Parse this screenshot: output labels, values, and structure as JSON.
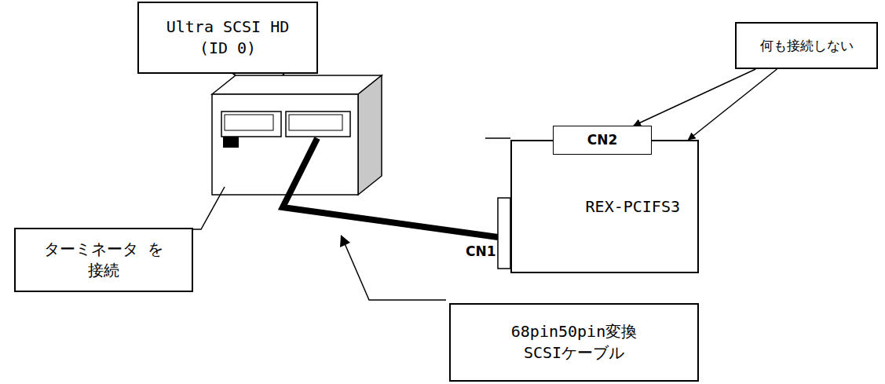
{
  "diagram": {
    "nodes": [
      {
        "text": [
          "Ultra SCSI HD (ID 0)"
        ]
      },
      {
        "text": [
          "何も接続しない"
        ]
      },
      {
        "text": [
          "CN2"
        ]
      },
      {
        "text": [
          "REX-PCIFS3"
        ]
      },
      {
        "text": [
          "ターミネータ を接続"
        ]
      },
      {
        "text": [
          "68pin50pin変換 SCSIケーブル"
        ]
      }
    ],
    "edges": [
      {
        "from": 1,
        "to": 2,
        "arrow": "to"
      },
      {
        "from": 1,
        "to": 3,
        "arrow": "to"
      }
    ],
    "labels": [
      "CN1"
    ]
  }
}
